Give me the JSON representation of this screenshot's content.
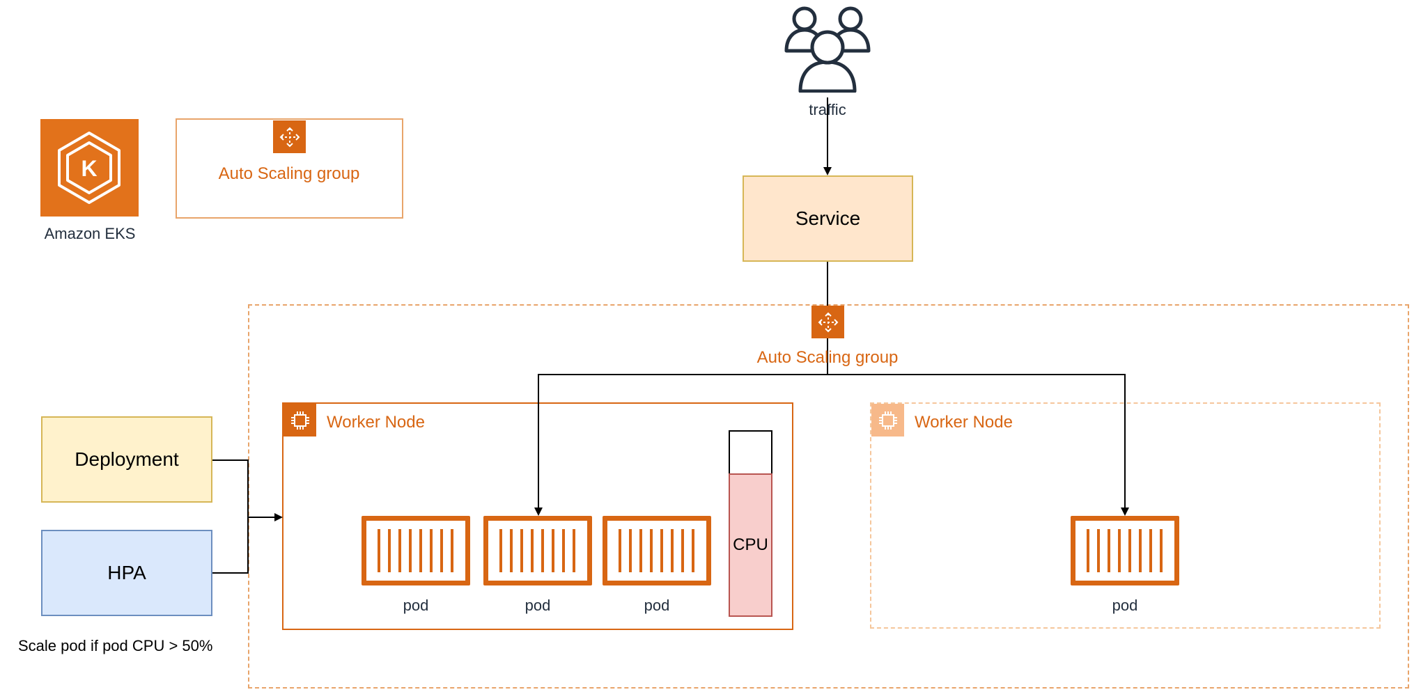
{
  "title": "",
  "users": {
    "label": "traffic",
    "icon": "users-icon"
  },
  "service": {
    "label": "Service"
  },
  "eks": {
    "label": "Amazon EKS",
    "icon": "kubernetes-icon"
  },
  "asg_legend": {
    "label": "Auto Scaling group",
    "icon": "auto-scaling-icon"
  },
  "asg": {
    "label": "Auto Scaling group",
    "icon": "auto-scaling-icon"
  },
  "deployment": {
    "label": "Deployment"
  },
  "hpa": {
    "label": "HPA",
    "note": "Scale pod if pod CPU > 50%"
  },
  "worker_nodes": [
    {
      "label": "Worker Node",
      "icon": "chip-icon",
      "pods": [
        "pod",
        "pod",
        "pod"
      ],
      "cpu_label": "CPU",
      "cpu_usage_fraction": 0.77
    },
    {
      "label": "Worker Node",
      "icon": "chip-icon",
      "pods": [
        "pod"
      ]
    }
  ],
  "colors": {
    "aws_orange": "#d86613",
    "service_fill": "#ffe6cc",
    "deployment_fill": "#fff2cc",
    "hpa_fill": "#dae8fc",
    "cpu_fill": "#f8cecc"
  }
}
